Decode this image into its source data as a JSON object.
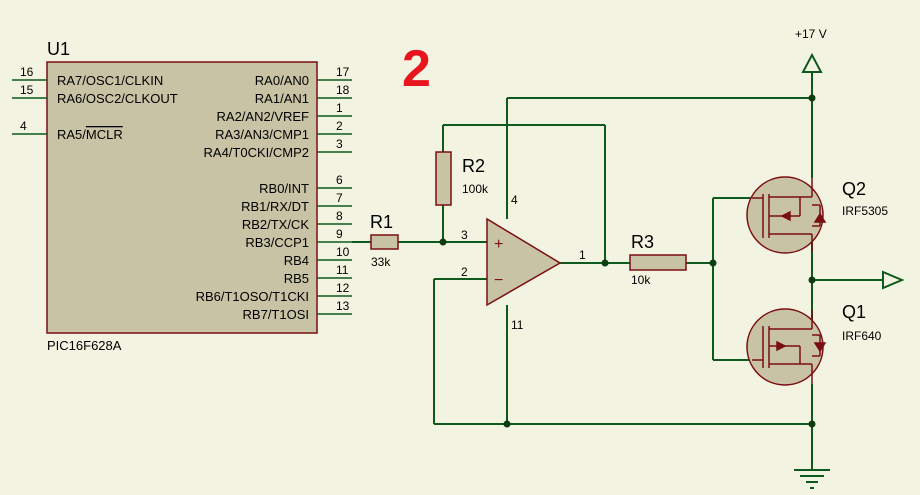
{
  "annotation": {
    "number": "2",
    "color": "#e8141e"
  },
  "colors": {
    "wire": "#0e5a1e",
    "body": "#c9c3a6",
    "outline": "#7a0e12",
    "junction": "#0c3d10"
  },
  "u1": {
    "ref": "U1",
    "part": "PIC16F628A",
    "left_pins": [
      {
        "num": "16",
        "name": "RA7/OSC1/CLKIN"
      },
      {
        "num": "15",
        "name": "RA6/OSC2/CLKOUT"
      },
      {
        "num": "4",
        "name_prefix": "RA5/",
        "name_overbar": "MCLR"
      }
    ],
    "right_pins": [
      {
        "num": "17",
        "name": "RA0/AN0"
      },
      {
        "num": "18",
        "name": "RA1/AN1"
      },
      {
        "num": "1",
        "name": "RA2/AN2/VREF"
      },
      {
        "num": "2",
        "name": "RA3/AN3/CMP1"
      },
      {
        "num": "3",
        "name": "RA4/T0CKI/CMP2"
      },
      {
        "num": "6",
        "name": "RB0/INT"
      },
      {
        "num": "7",
        "name": "RB1/RX/DT"
      },
      {
        "num": "8",
        "name": "RB2/TX/CK"
      },
      {
        "num": "9",
        "name": "RB3/CCP1"
      },
      {
        "num": "10",
        "name": "RB4"
      },
      {
        "num": "11",
        "name": "RB5"
      },
      {
        "num": "12",
        "name": "RB6/T1OSO/T1CKI"
      },
      {
        "num": "13",
        "name": "RB7/T1OSI"
      }
    ]
  },
  "r1": {
    "ref": "R1",
    "value": "33k"
  },
  "r2": {
    "ref": "R2",
    "value": "100k"
  },
  "r3": {
    "ref": "R3",
    "value": "10k"
  },
  "opamp": {
    "pin_plus": "3",
    "pin_minus": "2",
    "pin_out": "1",
    "pin_vcc": "4",
    "pin_vee": "11",
    "plus_sign": "+",
    "minus_sign": "−"
  },
  "q2": {
    "ref": "Q2",
    "part": "IRF5305"
  },
  "q1": {
    "ref": "Q1",
    "part": "IRF640"
  },
  "supply": {
    "label": "+17 V"
  }
}
